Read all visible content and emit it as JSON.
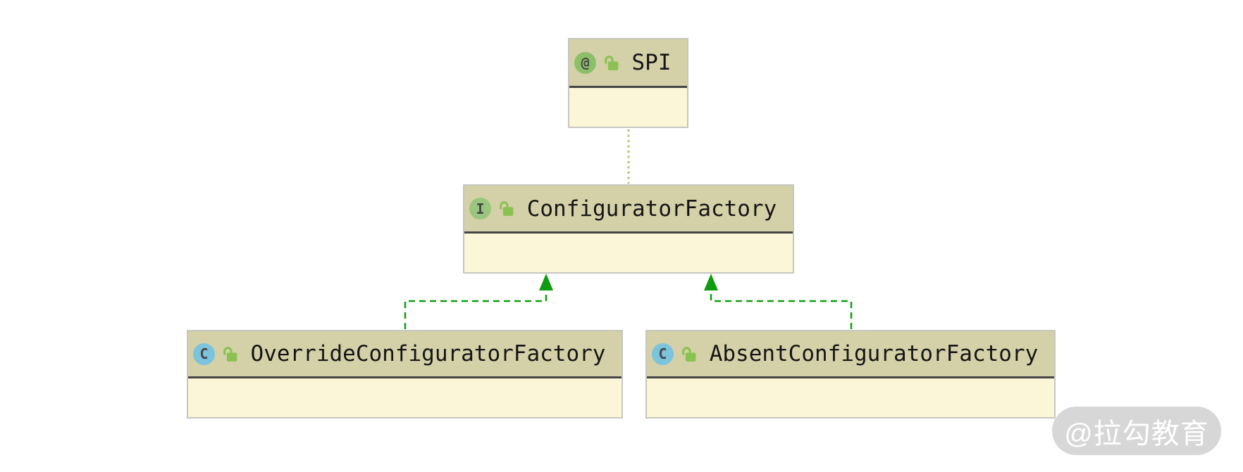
{
  "nodes": {
    "spi": {
      "name": "SPI",
      "kind": "annotation",
      "icon_letter": "@",
      "visibility": "public"
    },
    "configuratorFactory": {
      "name": "ConfiguratorFactory",
      "kind": "interface",
      "icon_letter": "I",
      "visibility": "public"
    },
    "overrideConfiguratorFactory": {
      "name": "OverrideConfiguratorFactory",
      "kind": "class",
      "icon_letter": "C",
      "visibility": "public"
    },
    "absentConfiguratorFactory": {
      "name": "AbsentConfiguratorFactory",
      "kind": "class",
      "icon_letter": "C",
      "visibility": "public"
    }
  },
  "edges": [
    {
      "from": "ConfiguratorFactory",
      "to": "SPI",
      "relation": "annotated-with",
      "line_style": "dotted",
      "color": "#bdbc74"
    },
    {
      "from": "OverrideConfiguratorFactory",
      "to": "ConfiguratorFactory",
      "relation": "implements",
      "line_style": "dashed-arrow",
      "color": "#0f9d0f"
    },
    {
      "from": "AbsentConfiguratorFactory",
      "to": "ConfiguratorFactory",
      "relation": "implements",
      "line_style": "dashed-arrow",
      "color": "#0f9d0f"
    }
  ],
  "watermark": {
    "text": "@拉勾教育"
  },
  "colors": {
    "node_header": "#d4d1a8",
    "node_body": "#fbf6d7",
    "node_border": "#c6c6c0",
    "header_separator": "#454545",
    "annotation_icon_circle": "#8cbf68",
    "interface_icon_circle": "#9ac57c",
    "class_icon_circle": "#7cc3dc",
    "unlock_icon": "#8bc152",
    "implements_edge": "#0f9d0f",
    "annotation_edge": "#bdbc74",
    "watermark_pill": "#d7d7d7",
    "watermark_text": "#ffffff"
  }
}
